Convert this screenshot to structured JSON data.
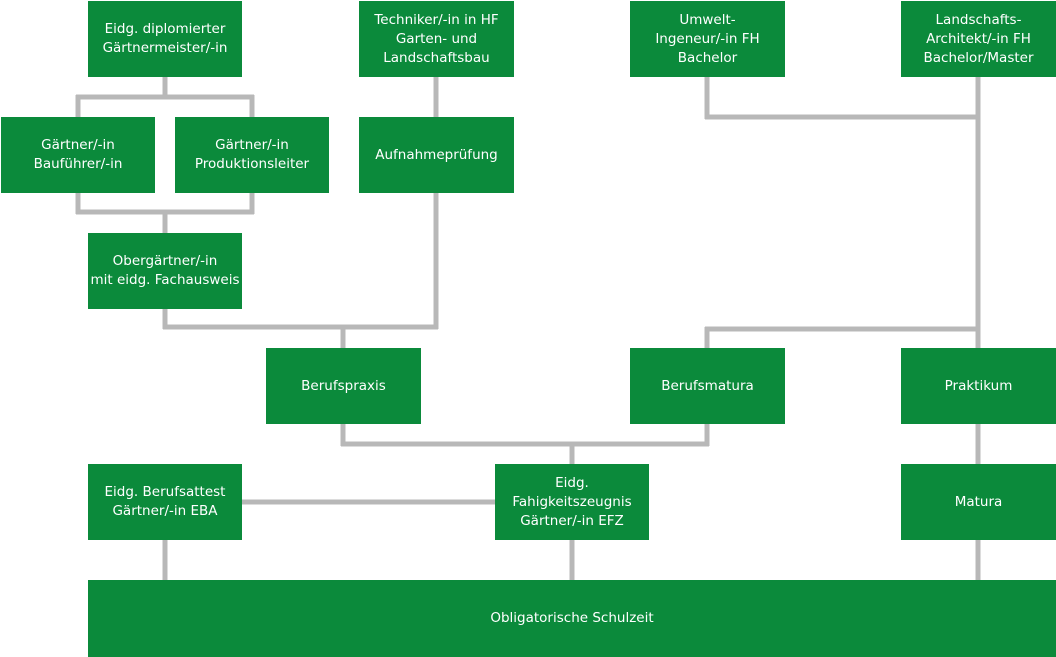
{
  "diagram": {
    "nodes": {
      "gaertnermeister": "Eidg. diplomierter\nGärtnermeister/-in",
      "techniker_hf": "Techniker/-in in HF\nGarten- und\nLandschaftsbau",
      "umweltingenieur": "Umwelt-\nIngeneur/-in FH\nBachelor",
      "landschaftsarchitekt": "Landschafts-\nArchitekt/-in FH\nBachelor/Master",
      "bauführer": "Gärtner/-in\nBauführer/-in",
      "produktionsleiter": "Gärtner/-in\nProduktionsleiter",
      "aufnahmepruefung": "Aufnahmeprüfung",
      "obergaertner": "Obergärtner/-in\nmit eidg. Fachausweis",
      "berufspraxis": "Berufspraxis",
      "berufsmatura": "Berufsmatura",
      "praktikum": "Praktikum",
      "berufsattest": "Eidg. Berufsattest\nGärtner/-in EBA",
      "faehigkeitszeugnis": "Eidg. Fahigkeitszeugnis\nGärtner/-in EFZ",
      "matura": "Matura",
      "schulzeit": "Obligatorische Schulzeit"
    },
    "colors": {
      "box": "#0b8a3b",
      "text": "#ffffff",
      "connector": "#b8b8b8"
    }
  }
}
